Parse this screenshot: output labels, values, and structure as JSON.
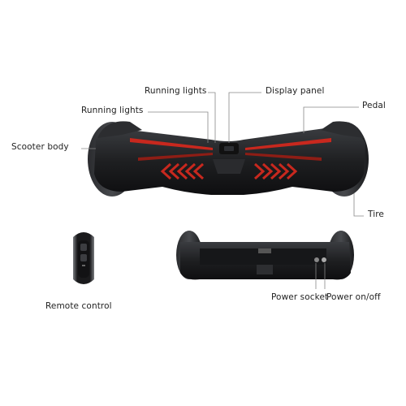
{
  "labels": {
    "running_lights_top": "Running lights",
    "running_lights_left": "Running lights",
    "display_panel": "Display panel",
    "pedal": "Pedal",
    "scooter_body": "Scooter body",
    "tire": "Tire",
    "remote_control": "Remote control",
    "power_socket": "Power socket",
    "power_onoff": "Power on/off"
  },
  "colors": {
    "body": "#1e1f21",
    "body_highlight": "#3a3c40",
    "accent": "#c8281e",
    "leader_line": "#888888"
  }
}
